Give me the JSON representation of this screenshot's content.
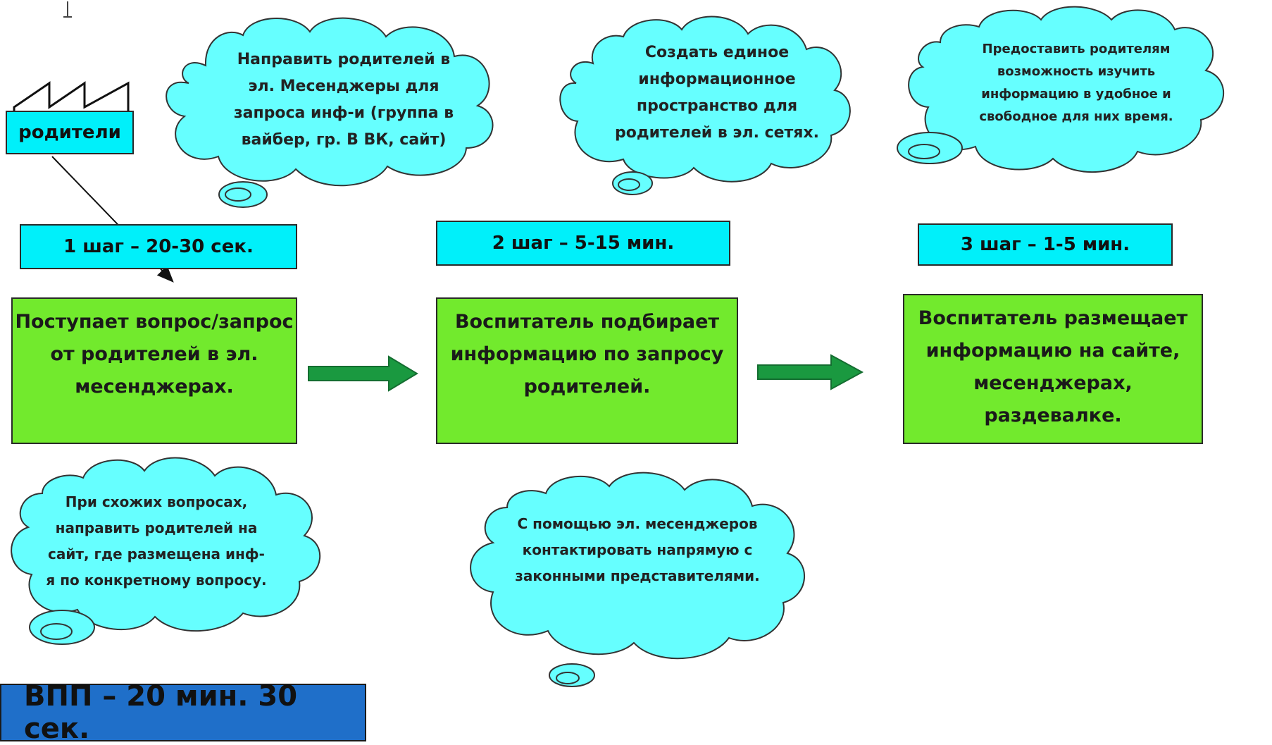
{
  "colors": {
    "cloud_fill": "#66ffff",
    "step_fill": "#00f0fa",
    "green_fill": "#72ea2d",
    "arrow_fill": "#1a9940",
    "vpp_fill": "#1f6fc9"
  },
  "icons": {
    "factory": "factory-roof-icon"
  },
  "actor": {
    "label": "родители"
  },
  "clouds": [
    {
      "text": "Направить родителей в эл. Месенджеры для запроса инф-и (группа в вайбер, гр. В ВК, сайт)"
    },
    {
      "text": "Создать единое информационное пространство для родителей в эл. сетях."
    },
    {
      "text": "Предоставить родителям возможность изучить информацию в удобное и свободное для них время."
    },
    {
      "text": "При схожих вопросах, направить родителей на сайт, где размещена инф-я по конкретному вопросу."
    },
    {
      "text": "С помощью эл. месенджеров контактировать напрямую с законными представителями."
    }
  ],
  "steps": [
    {
      "label": "1 шаг – 20-30 сек."
    },
    {
      "label": "2 шаг – 5-15 мин."
    },
    {
      "label": "3 шаг – 1-5 мин."
    }
  ],
  "process": [
    {
      "text": "Поступает вопрос/запрос от родителей в эл. месенджерах."
    },
    {
      "text": "Воспитатель подбирает информацию по запросу родителей."
    },
    {
      "text": "Воспитатель размещает информацию на сайте, месенджерах, раздевалке."
    }
  ],
  "total": {
    "label": "ВПП – 20 мин. 30 сек."
  }
}
